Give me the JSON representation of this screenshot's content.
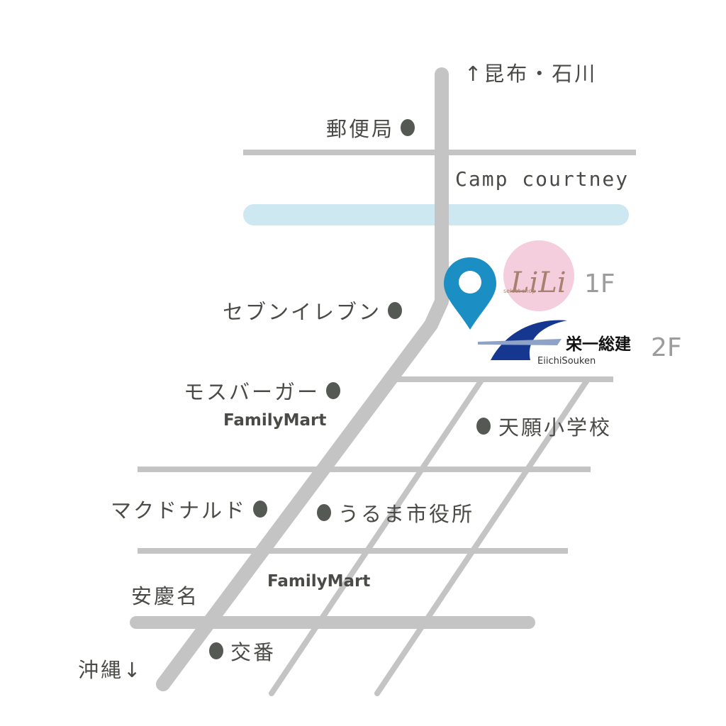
{
  "colors": {
    "road": "#c4c4c4",
    "river": "#cde8f1",
    "dot": "#555953",
    "text": "#4a4a46",
    "pin": "#1b8fc4",
    "lili_badge": "#f5cede",
    "eiichi_blue": "#15378f",
    "floor_text": "#9c9c9c"
  },
  "directions": {
    "north": "↑昆布・石川",
    "south": "沖縄↓"
  },
  "areas": {
    "camp": "Camp courtney",
    "district": "安慶名"
  },
  "landmarks": {
    "post_office": "郵便局",
    "seven_eleven": "セブンイレブン",
    "mos_burger": "モスバーガー",
    "familymart_1": "FamilyMart",
    "tengan_school": "天願小学校",
    "mcdonalds": "マクドナルド",
    "uruma_city_hall": "うるま市役所",
    "familymart_2": "FamilyMart",
    "koban": "交番"
  },
  "destination": {
    "pin_icon": "map-pin-icon",
    "shop_1f": {
      "logo_text": "LiLi",
      "logo_sub": "select shop",
      "floor": "1F"
    },
    "shop_2f": {
      "logo_jp": "栄一総建",
      "logo_en": "EiichiSouken",
      "floor": "2F"
    }
  }
}
